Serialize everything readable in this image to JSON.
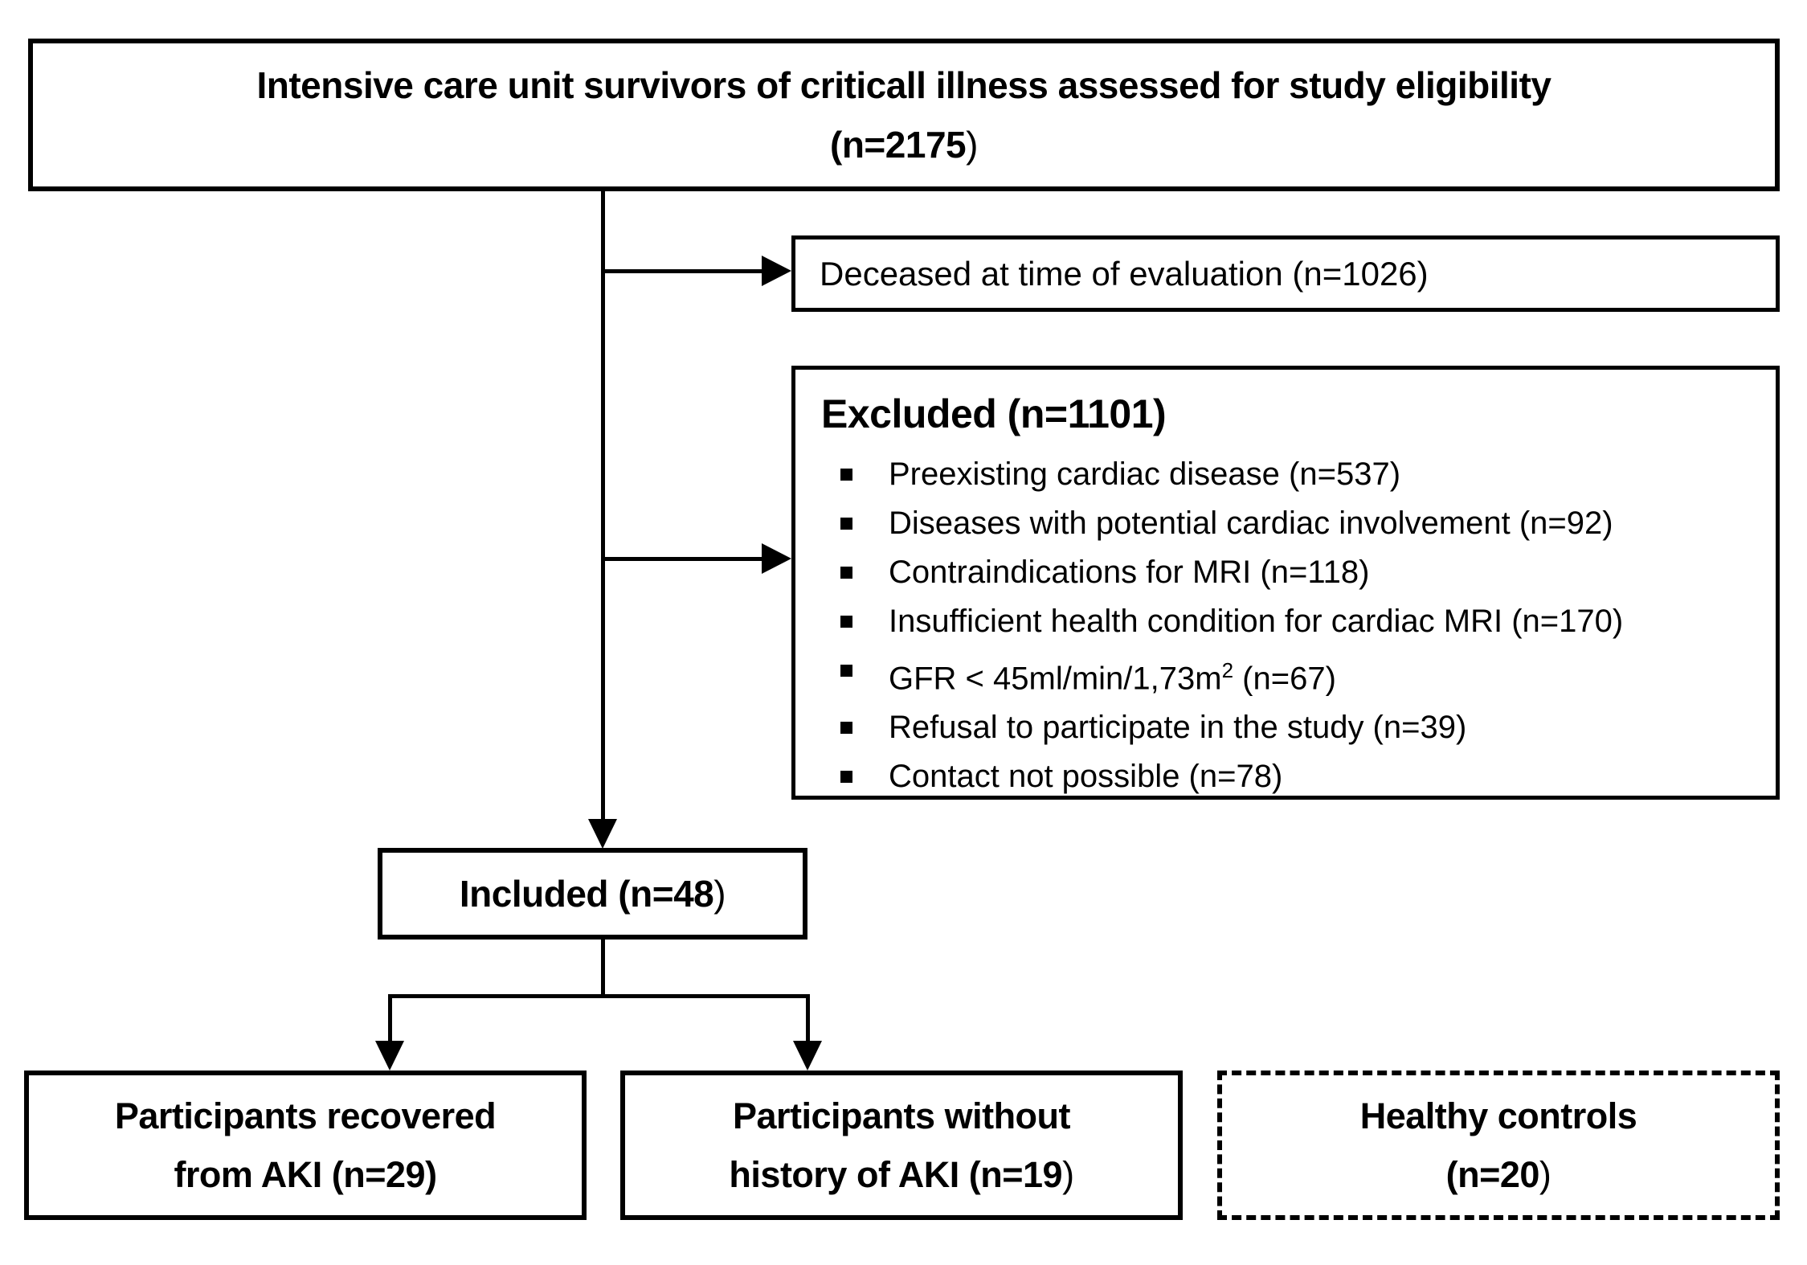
{
  "colors": {
    "ink": "#000000",
    "background": "#ffffff"
  },
  "top_box": {
    "line1": "Intensive care unit survivors of criticall illness assessed for study eligibility",
    "line2": "(n=2175)"
  },
  "deceased_box": {
    "label": "Deceased at time of evaluation (n=1026)"
  },
  "excluded_box": {
    "title": "Excluded (n=1101)",
    "items": [
      "Preexisting cardiac disease (n=537)",
      "Diseases with potential cardiac involvement (n=92)",
      "Contraindications for MRI (n=118)",
      "Insufficient health condition for cardiac MRI (n=170)",
      "GFR < 45ml/min/1,73m² (n=67)",
      "Refusal to participate in the study (n=39)",
      "Contact not possible (n=78)"
    ]
  },
  "included_box": {
    "label": "Included (n=48)"
  },
  "group_boxes": [
    {
      "line1": "Participants recovered",
      "line2": "from AKI (n=29)"
    },
    {
      "line1": "Participants without",
      "line2": "history of AKI (n=19)"
    },
    {
      "line1": "Healthy controls",
      "line2": "(n=20)"
    }
  ]
}
